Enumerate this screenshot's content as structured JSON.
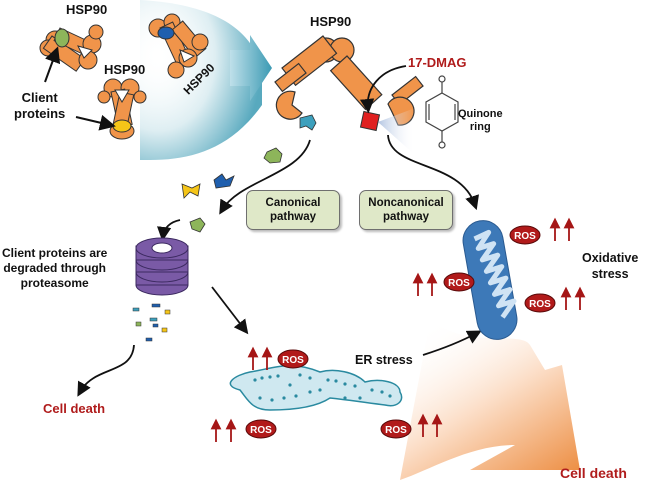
{
  "diagram": {
    "top_left": {
      "hsp90_labels": [
        "HSP90",
        "HSP90",
        "HSP90"
      ],
      "client_proteins_label": [
        "Client",
        "proteins"
      ]
    },
    "center_top": {
      "hsp90_label": "HSP90",
      "drug_label": "17-DMAG",
      "quinone_label": [
        "Quinone",
        "ring"
      ]
    },
    "pathways": {
      "canonical": [
        "Canonical",
        "pathway"
      ],
      "noncanonical": [
        "Noncanonical",
        "pathway"
      ]
    },
    "proteasome": {
      "label": [
        "Client proteins are",
        "degraded through",
        "proteasome"
      ]
    },
    "outcomes": {
      "cell_death_left": "Cell death",
      "cell_death_right": "Cell death",
      "er_stress": "ER stress",
      "oxidative_stress": [
        "Oxidative",
        "stress"
      ]
    },
    "ros_label": "ROS",
    "colors": {
      "hsp90": "#f0944a",
      "drug_red": "#e02020",
      "text_red": "#b01c1c",
      "proteasome": "#7a5aa6",
      "mitochondria": "#3d79b8",
      "er": "#cfe8f0",
      "pathway_box": "#dfe8c8",
      "ros": "#b11a1a"
    }
  }
}
